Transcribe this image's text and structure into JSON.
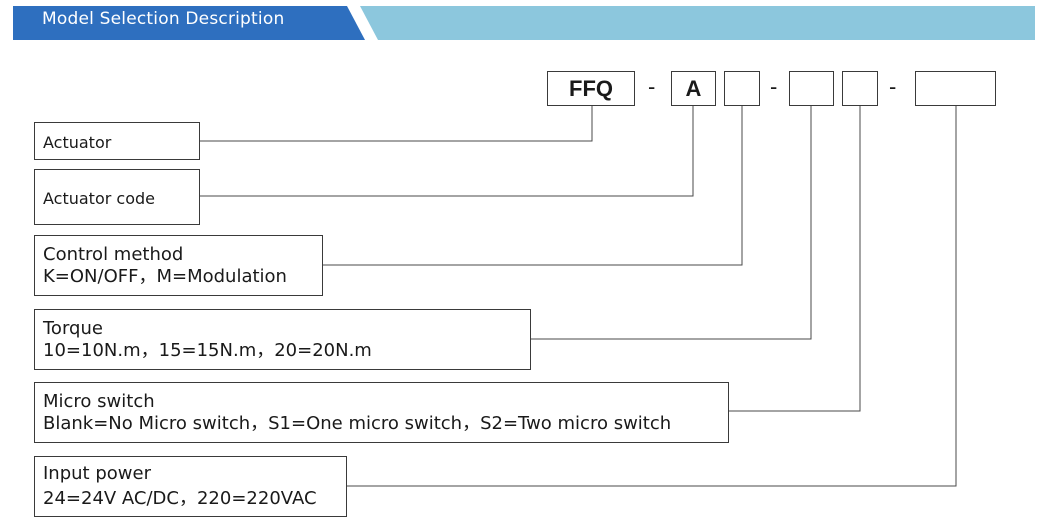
{
  "header": {
    "title": "Model Selection Description",
    "color_dark": "#2e6fbf",
    "color_light": "#8cc7dd"
  },
  "code": {
    "prefix": "FFQ",
    "actuator_code": "A",
    "control_method": "",
    "torque": "",
    "micro_switch": "",
    "input_power": "",
    "separator": "-"
  },
  "descriptions": {
    "actuator": {
      "title": "Actuator"
    },
    "actuator_code": {
      "title": "Actuator code"
    },
    "control_method": {
      "title": "Control method",
      "detail": "K=ON/OFF，M=Modulation"
    },
    "torque": {
      "title": "Torque",
      "detail": "10=10N.m，15=15N.m，20=20N.m"
    },
    "micro_switch": {
      "title": "Micro switch",
      "detail": "Blank=No Micro  switch，S1=One micro switch，S2=Two micro switch"
    },
    "input_power": {
      "title": "Input power",
      "detail": "24=24V AC/DC，220=220VAC"
    }
  }
}
